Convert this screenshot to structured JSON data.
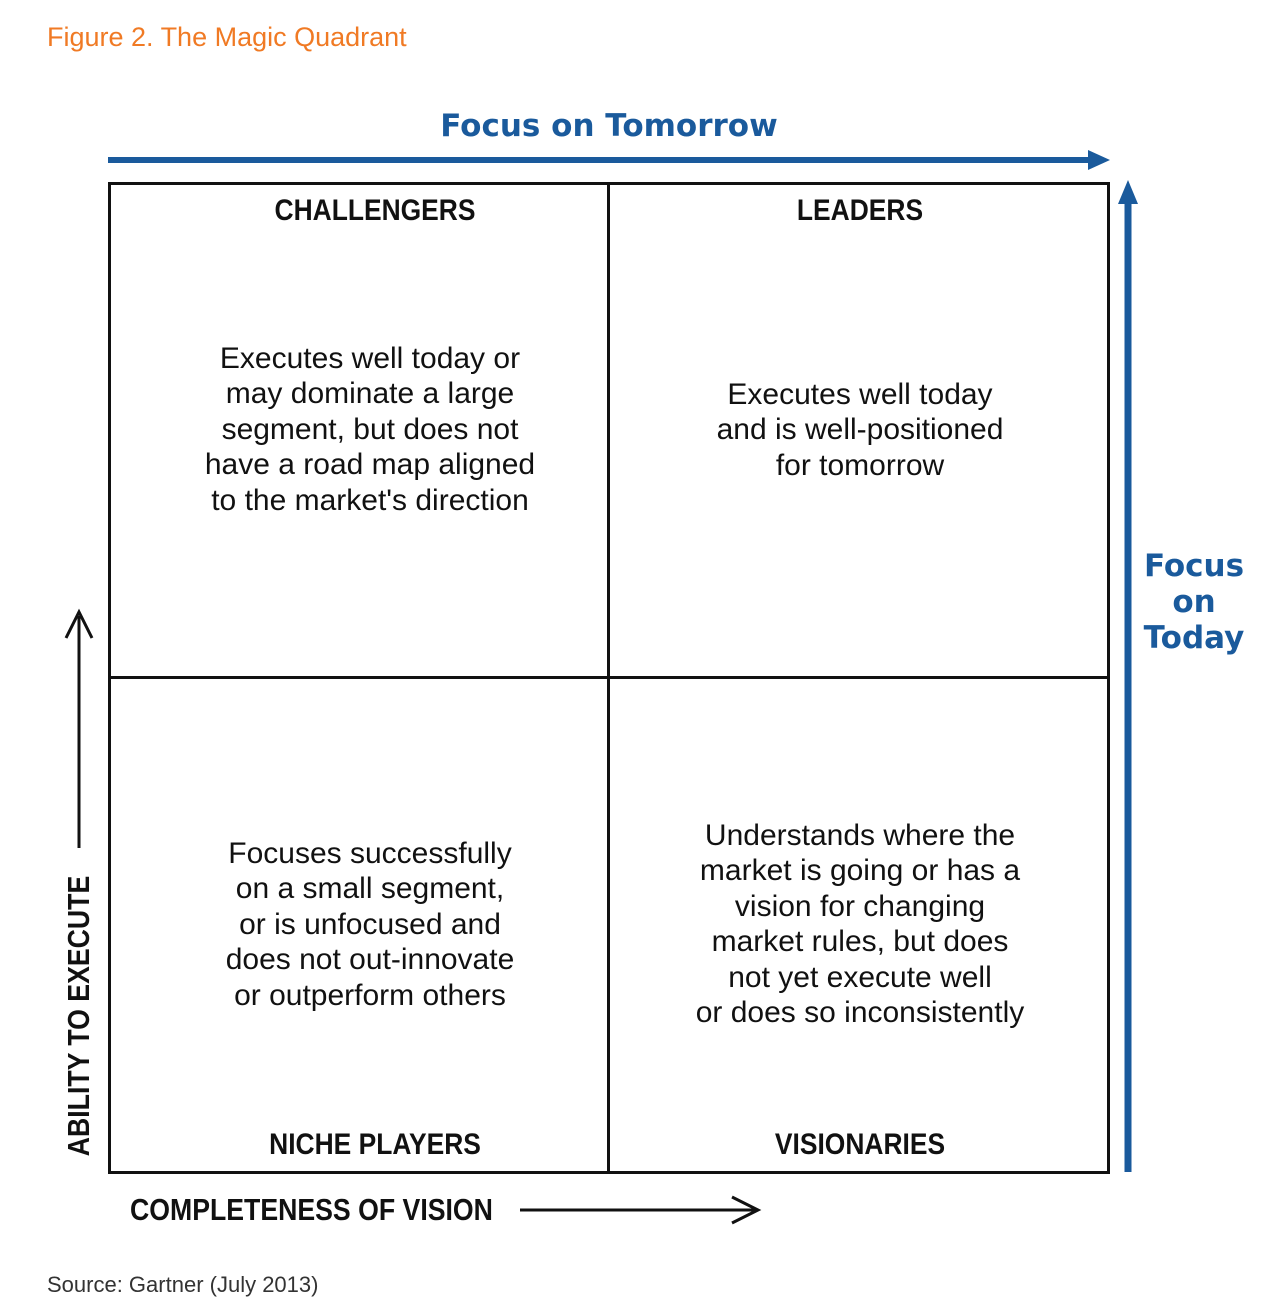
{
  "figure_title": "Figure 2. The Magic Quadrant",
  "top_axis_label": "Focus on Tomorrow",
  "right_axis_label": [
    "Focus",
    "on",
    "Today"
  ],
  "x_axis_label": "COMPLETENESS OF VISION",
  "y_axis_label": "ABILITY TO EXECUTE",
  "quadrants": {
    "challengers": {
      "title": "CHALLENGERS",
      "description": [
        "Executes well today or",
        "may dominate a large",
        "segment, but does not",
        "have a road map aligned",
        "to the market's direction"
      ]
    },
    "leaders": {
      "title": "LEADERS",
      "description": [
        "Executes well today",
        "and is well-positioned",
        "for tomorrow"
      ]
    },
    "niche_players": {
      "title": "NICHE PLAYERS",
      "description": [
        "Focuses successfully",
        "on a small segment,",
        "or is unfocused and",
        "does not out-innovate",
        "or outperform others"
      ]
    },
    "visionaries": {
      "title": "VISIONARIES",
      "description": [
        "Understands where the",
        "market is going or has a",
        "vision for changing",
        "market rules, but does",
        "not yet execute well",
        "or does so inconsistently"
      ]
    }
  },
  "source": "Source: Gartner (July 2013)",
  "colors": {
    "title_orange": "#f07a24",
    "focus_blue": "#1a5a9c",
    "text_dark": "#111111"
  }
}
